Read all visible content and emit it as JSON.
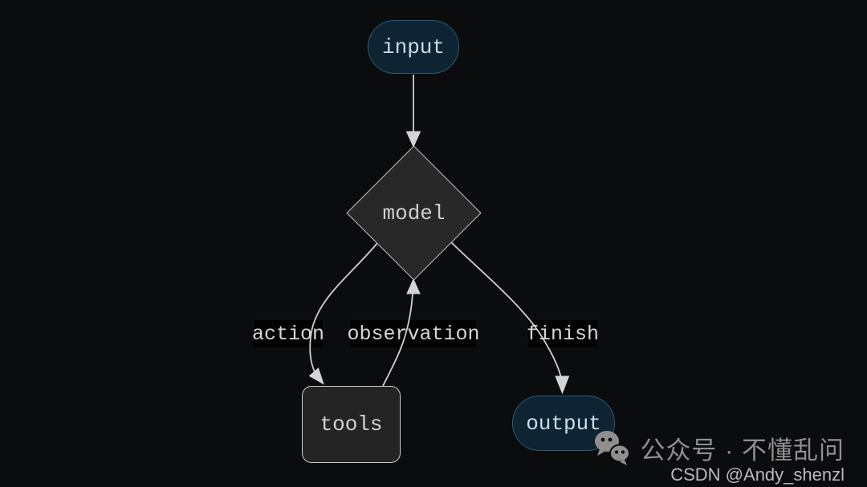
{
  "diagram": {
    "title": "agent loop flowchart",
    "nodes": [
      {
        "id": "input",
        "label": "input",
        "shape": "pill",
        "fill": "#0f2433",
        "border": "#2b5873",
        "text_color": "#c6ddef"
      },
      {
        "id": "model",
        "label": "model",
        "shape": "diamond",
        "fill": "#282828",
        "border": "#c4c4c4",
        "text_color": "#cfcfcf"
      },
      {
        "id": "tools",
        "label": "tools",
        "shape": "rect",
        "fill": "#242424",
        "border": "#cdcdcd",
        "text_color": "#d2d2d2"
      },
      {
        "id": "output",
        "label": "output",
        "shape": "pill",
        "fill": "#0f2433",
        "border": "#2b5873",
        "text_color": "#c6ddef"
      }
    ],
    "edges": [
      {
        "from": "input",
        "to": "model",
        "label": ""
      },
      {
        "from": "model",
        "to": "tools",
        "label": "action"
      },
      {
        "from": "tools",
        "to": "model",
        "label": "observation"
      },
      {
        "from": "model",
        "to": "output",
        "label": "finish"
      }
    ],
    "edge_color": "#cfcfcf",
    "label_bg": "#030304",
    "background": "#0b0c0e"
  },
  "watermark": {
    "wechat_icon": "wechat-chat-bubbles",
    "wechat_label": "公众号 · 不懂乱问",
    "csdn_label": "CSDN @Andy_shenzl"
  }
}
